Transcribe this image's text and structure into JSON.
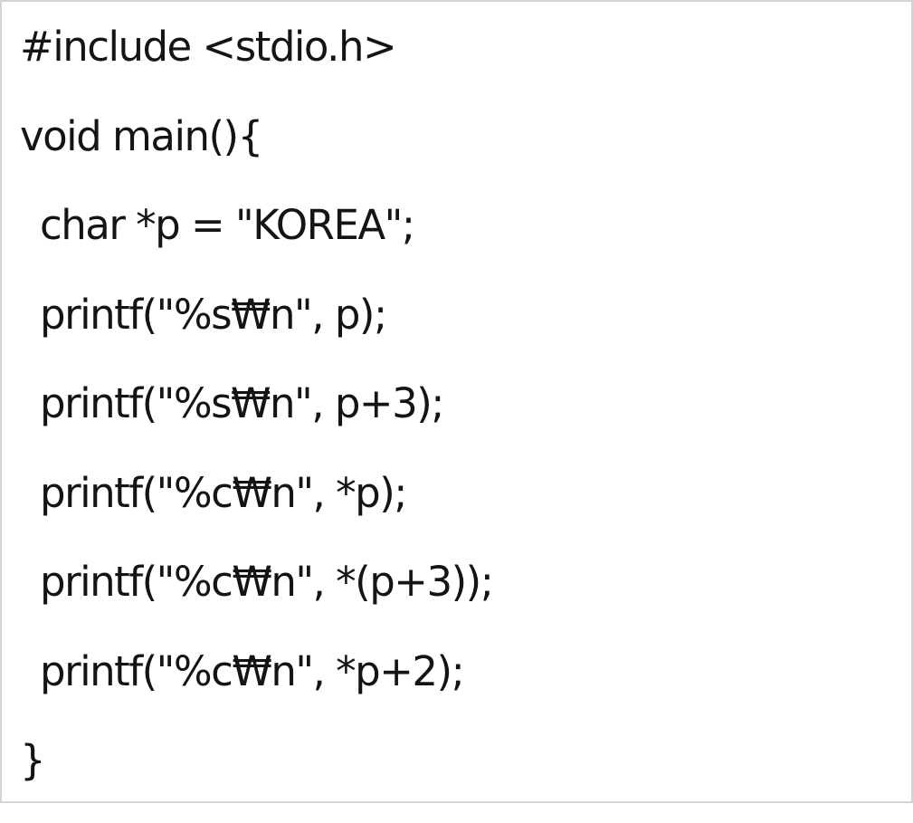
{
  "code": {
    "lines": [
      "#include <stdio.h>",
      "void main(){",
      "char *p = \"KOREA\";",
      "printf(\"%s₩n\", p);",
      "printf(\"%s₩n\", p+3);",
      "printf(\"%c₩n\", *p);",
      "printf(\"%c₩n\", *(p+3));",
      "printf(\"%c₩n\", *p+2);",
      "}"
    ]
  }
}
